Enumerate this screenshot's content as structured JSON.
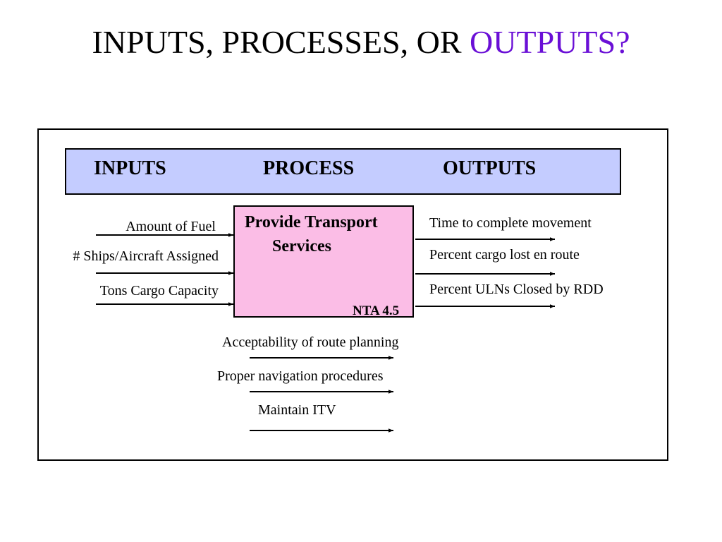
{
  "title": {
    "main": "INPUTS, PROCESSES, OR ",
    "accent": "OUTPUTS?"
  },
  "header": {
    "inputs": "INPUTS",
    "process": "PROCESS",
    "outputs": "OUTPUTS"
  },
  "process_box": {
    "line1": "Provide Transport",
    "line2": "Services",
    "code": "NTA 4.5"
  },
  "inputs": [
    "Amount of Fuel",
    "# Ships/Aircraft Assigned",
    "Tons Cargo Capacity"
  ],
  "outputs": [
    "Time to complete movement",
    "Percent cargo lost en route",
    "Percent ULNs Closed by RDD"
  ],
  "lower_items": [
    "Acceptability of route planning",
    "Proper navigation procedures",
    "Maintain ITV"
  ],
  "colors": {
    "header_band": "#c4ccff",
    "process_box": "#fbbde6",
    "accent": "#6a0fd6"
  }
}
